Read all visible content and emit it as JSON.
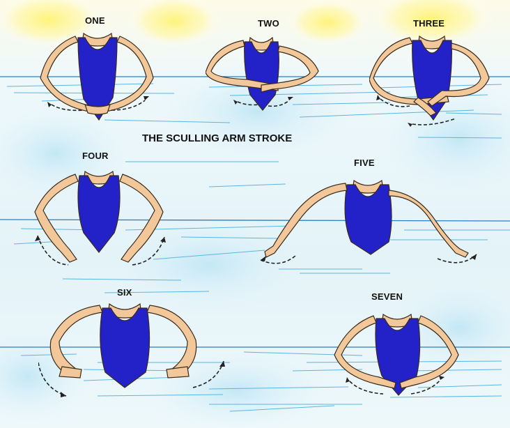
{
  "title": "THE SCULLING ARM STROKE",
  "steps": [
    {
      "id": "one",
      "label": "ONE"
    },
    {
      "id": "two",
      "label": "TWO"
    },
    {
      "id": "three",
      "label": "THREE"
    },
    {
      "id": "four",
      "label": "FOUR"
    },
    {
      "id": "five",
      "label": "FIVE"
    },
    {
      "id": "six",
      "label": "SIX"
    },
    {
      "id": "seven",
      "label": "SEVEN"
    }
  ],
  "colors": {
    "swimsuit": "#2222c8",
    "skin": "#f2c89a",
    "skin_outline": "#3a2a1a",
    "water_line": "#2a7fbf",
    "water_streak": "#5ab6e0",
    "sun": "#fff27a",
    "arrow": "#222222"
  }
}
